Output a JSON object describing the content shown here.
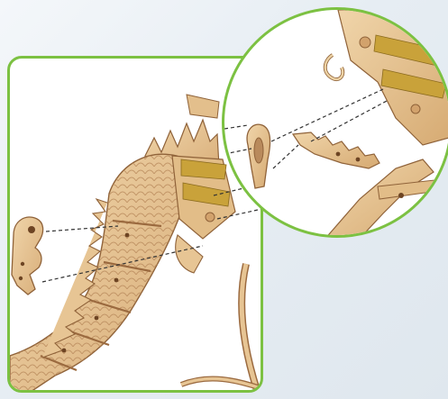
{
  "image": {
    "subject": "wooden-dinosaur-model",
    "colors": {
      "accent_frame": "#7cc142",
      "wood_light": "#e9c99b",
      "wood_mid": "#d9b07a",
      "wood_dark": "#b8865a",
      "wood_outline": "#8f6239",
      "rubber_band": "#c9a23a",
      "background": "#e6edf3"
    },
    "icons": [
      "zoom-callout",
      "assembly-guide-dashes"
    ]
  }
}
